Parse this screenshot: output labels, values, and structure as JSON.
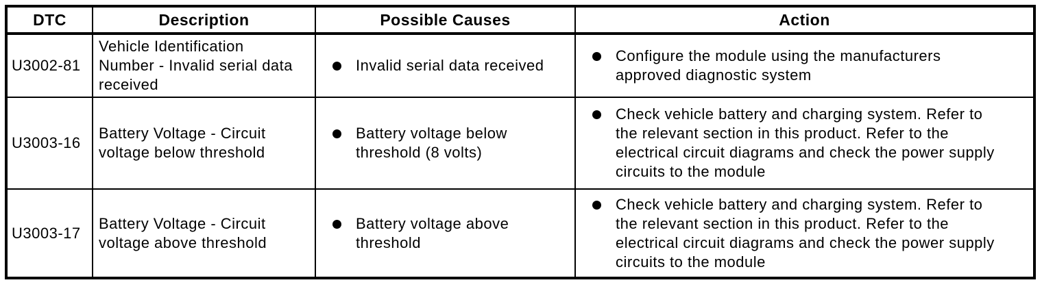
{
  "document": {
    "type": "diagnostic-trouble-code-table",
    "columns": {
      "dtc": "DTC",
      "description": "Description",
      "causes": "Possible Causes",
      "action": "Action"
    },
    "rows": [
      {
        "dtc": "U3002-81",
        "description": "Vehicle Identification Number - Invalid serial data received",
        "causes": [
          "Invalid serial data received"
        ],
        "actions": [
          "Configure the module using the manufacturers approved diagnostic system"
        ]
      },
      {
        "dtc": "U3003-16",
        "description": "Battery Voltage - Circuit voltage below threshold",
        "causes": [
          "Battery voltage below threshold (8 volts)"
        ],
        "actions": [
          "Check vehicle battery and charging system. Refer to the relevant section in this product. Refer to the electrical circuit diagrams and check the power supply circuits to the module"
        ]
      },
      {
        "dtc": "U3003-17",
        "description": "Battery Voltage - Circuit voltage above threshold",
        "causes": [
          "Battery voltage above threshold"
        ],
        "actions": [
          "Check vehicle battery and charging system. Refer to the relevant section in this product. Refer to the electrical circuit diagrams and check the power supply circuits to the module"
        ]
      }
    ],
    "colors": {
      "border": "#000000",
      "text": "#000000",
      "background": "#ffffff"
    }
  }
}
